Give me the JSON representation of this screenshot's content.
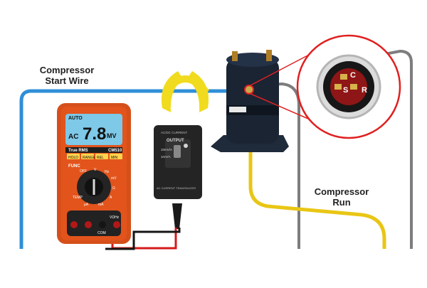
{
  "labels": {
    "start_wire": [
      "Compressor",
      "Start Wire"
    ],
    "run_wire": [
      "Compressor",
      "Run"
    ]
  },
  "meter": {
    "mode_badge": "AUTO",
    "mode_ac": "AC",
    "reading": "7.8",
    "unit": "MV",
    "true_rms": "True RMS",
    "model": "CM510",
    "buttons": [
      "HOLD",
      "RANGE",
      "REL",
      "MIN"
    ],
    "func_label": "FUNC",
    "dial_labels": [
      "OFF",
      "V",
      "Hz",
      "mV",
      "Ω",
      "A",
      "mA",
      "µA",
      "TEMP"
    ],
    "port_com": "COM",
    "port_v": "VΩHz"
  },
  "clamp": {
    "header": "AC/DC CURRENT",
    "output_label": "OUTPUT",
    "switch_1": "10mV/A",
    "switch_2": "1mV/A",
    "bottom_text": "AC CURRENT TRANSDUCER"
  },
  "terminals": {
    "c": "C",
    "s": "S",
    "r": "R"
  },
  "colors": {
    "meter_body": "#e2541c",
    "start_wire": "#2f8fd8",
    "run_wire": "#e9c615",
    "compressor": "#1a2433",
    "callout": "#e02020",
    "lcd": "#7ec8e8"
  }
}
